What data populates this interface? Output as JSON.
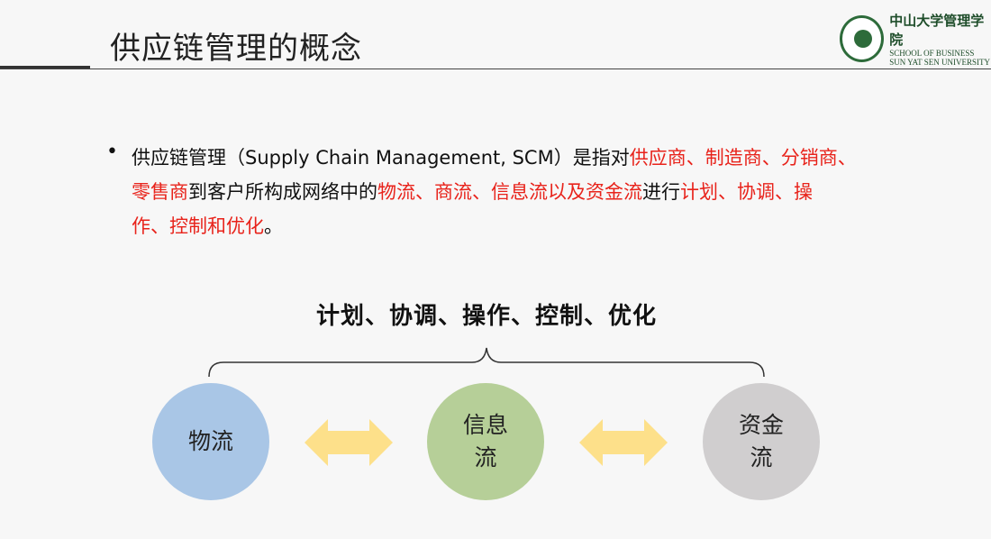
{
  "title": "供应链管理的概念",
  "logo": {
    "cn": "中山大学管理学院",
    "en1": "SCHOOL OF BUSINESS",
    "en2": "SUN YAT SEN UNIVERSITY"
  },
  "bullet": "•",
  "lines": [
    [
      {
        "t": "供应链管理（Supply Chain Management, SCM）是指对",
        "red": false
      },
      {
        "t": "供应商、制造商、分销商、",
        "red": true
      }
    ],
    [
      {
        "t": "零售商",
        "red": true
      },
      {
        "t": "到客户所构成网络中的",
        "red": false
      },
      {
        "t": "物流、商流、信息流以及资金流",
        "red": true
      },
      {
        "t": "进行",
        "red": false
      },
      {
        "t": "计划、协调、操",
        "red": true
      }
    ],
    [
      {
        "t": "作、控制和优化",
        "red": true
      },
      {
        "t": "。",
        "red": false
      }
    ]
  ],
  "diagram": {
    "heading": "计划、协调、操作、控制、优化",
    "nodes": [
      {
        "label": "物流",
        "color": "#a9c6e6"
      },
      {
        "label": "信息\n流",
        "color": "#b6cf98"
      },
      {
        "label": "资金\n流",
        "color": "#d0cecf"
      }
    ],
    "arrow_color": "#fde08a"
  }
}
